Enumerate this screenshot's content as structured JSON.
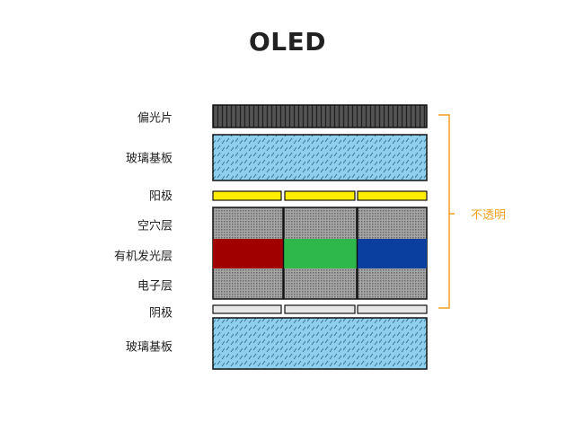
{
  "title": "OLED",
  "layers": [
    {
      "id": "polarizer",
      "label": "偏光片"
    },
    {
      "id": "glass-top",
      "label": "玻璃基板"
    },
    {
      "id": "anode",
      "label": "阳极"
    },
    {
      "id": "hole-layer",
      "label": "空穴层"
    },
    {
      "id": "organic-layer",
      "label": "有机发光层"
    },
    {
      "id": "electron-layer",
      "label": "电子层"
    },
    {
      "id": "cathode",
      "label": "阴极"
    },
    {
      "id": "glass-bottom",
      "label": "玻璃基板"
    }
  ],
  "bracket": {
    "label": "不透明",
    "color": "#f0a020"
  },
  "colors": {
    "polarizer": "#444444",
    "glass": "#8ecfee",
    "anode": "#ffee00",
    "cathode": "#e6e6e6",
    "dotted": "#8c8c8c",
    "red": "#a00000",
    "green": "#2eb84a",
    "blue": "#0a3fa0"
  }
}
